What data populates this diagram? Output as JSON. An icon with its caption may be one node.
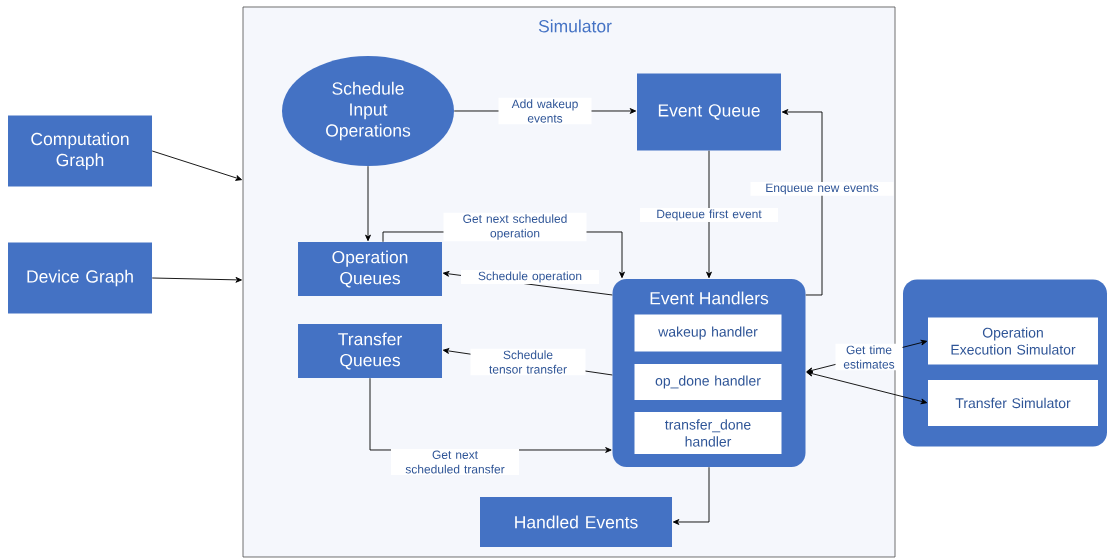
{
  "diagram": {
    "nodes": [
      {
        "text": [
          "Simulator"
        ]
      },
      {
        "text": [
          "Computation Graph"
        ]
      },
      {
        "text": [
          "Device Graph"
        ]
      },
      {
        "text": [
          "Schedule Input Operations"
        ],
        "in": 0
      },
      {
        "text": [
          "Event Queue"
        ],
        "in": 0
      },
      {
        "text": [
          "Operation Queues"
        ],
        "in": 0
      },
      {
        "text": [
          "Transfer Queues"
        ],
        "in": 0
      },
      {
        "text": [
          "Event Handlers"
        ],
        "in": 0
      },
      {
        "text": [
          "wakeup handler"
        ],
        "in": 7
      },
      {
        "text": [
          "op_done handler"
        ],
        "in": 7
      },
      {
        "text": [
          "transfer_done handler"
        ],
        "in": 7
      },
      {
        "text": [
          "Handled Events"
        ],
        "in": 0
      },
      {
        "text": [],
        "shape": "box"
      },
      {
        "text": [
          "Operation Execution Simulator"
        ],
        "in": 12
      },
      {
        "text": [
          "Transfer Simulator"
        ],
        "in": 12
      }
    ],
    "edges": [
      {
        "from": 1,
        "to": 0,
        "arrow": "to"
      },
      {
        "from": 2,
        "to": 0,
        "arrow": "to"
      },
      {
        "from": 3,
        "to": 4,
        "arrow": "to",
        "label": "Add wakeup events"
      },
      {
        "from": 3,
        "to": 5,
        "arrow": "to"
      },
      {
        "from": 5,
        "to": 7,
        "arrow": "to",
        "label": "Get next scheduled operation"
      },
      {
        "from": 7,
        "to": 5,
        "arrow": "to",
        "label": "Schedule operation"
      },
      {
        "from": 7,
        "to": 4,
        "arrow": "to",
        "label": "Enqueue new events"
      },
      {
        "from": 4,
        "to": 7,
        "arrow": "to",
        "label": "Dequeue first event"
      },
      {
        "from": 7,
        "to": 6,
        "arrow": "to",
        "label": "Schedule tensor transfer"
      },
      {
        "from": 6,
        "to": 7,
        "arrow": "to",
        "label": "Get next scheduled transfer"
      },
      {
        "from": 7,
        "to": 11,
        "arrow": "to"
      },
      {
        "from": 7,
        "to": 13,
        "arrow": "both",
        "label": "Get time estimates"
      },
      {
        "from": 7,
        "to": 14,
        "arrow": "both"
      }
    ]
  }
}
